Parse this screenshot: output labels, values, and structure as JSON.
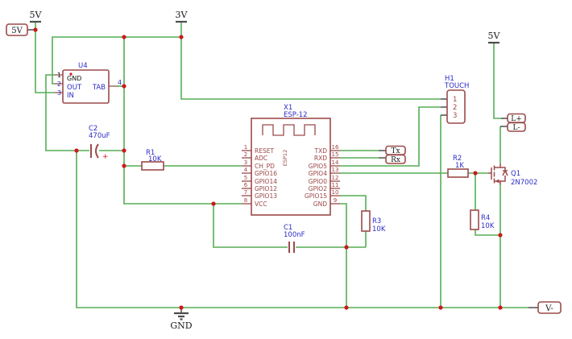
{
  "power": {
    "v5_left": "5V",
    "v3_top": "3V",
    "v5_right": "5V",
    "gnd": "GND"
  },
  "connectors": {
    "v5_box": "5V",
    "tx": "Tx",
    "rx": "Rx",
    "l_plus": "L+",
    "l_minus": "L-",
    "v_minus": "V-"
  },
  "u4": {
    "ref": "U4",
    "pins": [
      {
        "num": "1",
        "name": "GND"
      },
      {
        "num": "2",
        "name": "OUT"
      },
      {
        "num": "3",
        "name": "IN"
      },
      {
        "num": "4",
        "name": "TAB"
      }
    ]
  },
  "x1": {
    "ref": "X1",
    "part": "ESP-12",
    "module": "ESP12",
    "left_pins": [
      {
        "num": "1",
        "name": "RESET"
      },
      {
        "num": "2",
        "name": "ADC"
      },
      {
        "num": "3",
        "name": "CH_PD"
      },
      {
        "num": "4",
        "name": "GPIO16"
      },
      {
        "num": "5",
        "name": "GPIO14"
      },
      {
        "num": "6",
        "name": "GPIO12"
      },
      {
        "num": "7",
        "name": "GPIO13"
      },
      {
        "num": "8",
        "name": "VCC"
      }
    ],
    "right_pins": [
      {
        "num": "16",
        "name": "TXD"
      },
      {
        "num": "15",
        "name": "RXD"
      },
      {
        "num": "14",
        "name": "GPIO5"
      },
      {
        "num": "13",
        "name": "GPIO4"
      },
      {
        "num": "12",
        "name": "GPIO0"
      },
      {
        "num": "11",
        "name": "GPIO2"
      },
      {
        "num": "10",
        "name": "GPIO15"
      },
      {
        "num": "9",
        "name": "GND"
      }
    ]
  },
  "h1": {
    "ref": "H1",
    "part": "TOUCH",
    "pins": [
      "1",
      "2",
      "3"
    ]
  },
  "r1": {
    "ref": "R1",
    "value": "10K"
  },
  "r2": {
    "ref": "R2",
    "value": "1K"
  },
  "r3": {
    "ref": "R3",
    "value": "10K"
  },
  "r4": {
    "ref": "R4",
    "value": "10K"
  },
  "c1": {
    "ref": "C1",
    "value": "100nF"
  },
  "c2": {
    "ref": "C2",
    "value": "470uF",
    "polarity": "+"
  },
  "q1": {
    "ref": "Q1",
    "part": "2N7002"
  },
  "colors": {
    "wire": "#55ad55",
    "symbol": "#9c4a4a",
    "label": "#2b2bc8",
    "junction": "#cc1a1a"
  }
}
